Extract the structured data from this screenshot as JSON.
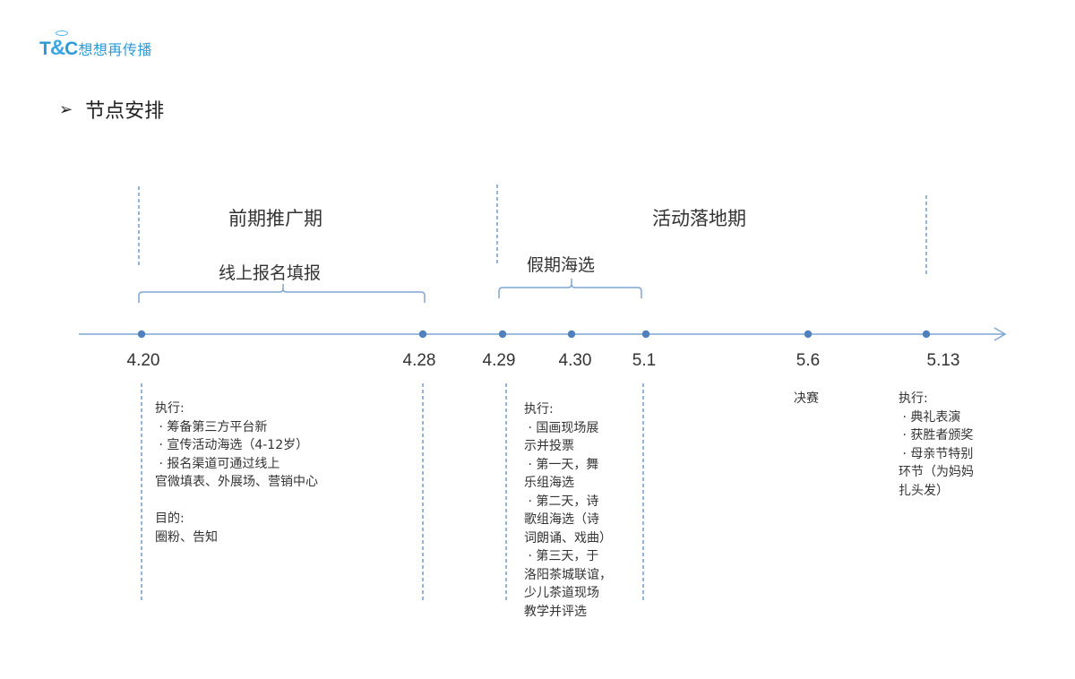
{
  "logo": {
    "mark_left": "T",
    "mark_amp": "&",
    "mark_right": "C",
    "text": "想想再传播",
    "color": "#2c9ad6"
  },
  "section": {
    "bullet": "➢",
    "title": "节点安排"
  },
  "colors": {
    "axis": "#7fa6d4",
    "dot": "#4f81bd",
    "dash": "#4f81bd",
    "text": "#333333"
  },
  "phases": [
    {
      "title": "前期推广期"
    },
    {
      "title": "活动落地期"
    }
  ],
  "brackets": [
    {
      "label": "线上报名填报"
    },
    {
      "label": "假期海选"
    }
  ],
  "timeline": {
    "points": [
      {
        "date": "4.20"
      },
      {
        "date": "4.28"
      },
      {
        "date": "4.29"
      },
      {
        "date": "4.30"
      },
      {
        "date": "5.1"
      },
      {
        "date": "5.6"
      },
      {
        "date": "5.13"
      }
    ]
  },
  "notes": {
    "early": "执行:\n · 筹备第三方平台新\n · 宣传活动海选（4-12岁）\n · 报名渠道可通过线上\n官微填表、外展场、营销中心\n\n目的:\n圈粉、告知",
    "holiday": "执行:\n · 国画现场展\n示并投票\n · 第一天，舞\n乐组海选\n · 第二天，诗\n歌组海选（诗\n词朗诵、戏曲）\n · 第三天，于\n洛阳茶城联谊，\n少儿茶道现场\n教学并评选",
    "final": "决赛",
    "ceremony": "执行:\n · 典礼表演\n · 获胜者颁奖\n · 母亲节特别\n环节（为妈妈\n扎头发）"
  }
}
